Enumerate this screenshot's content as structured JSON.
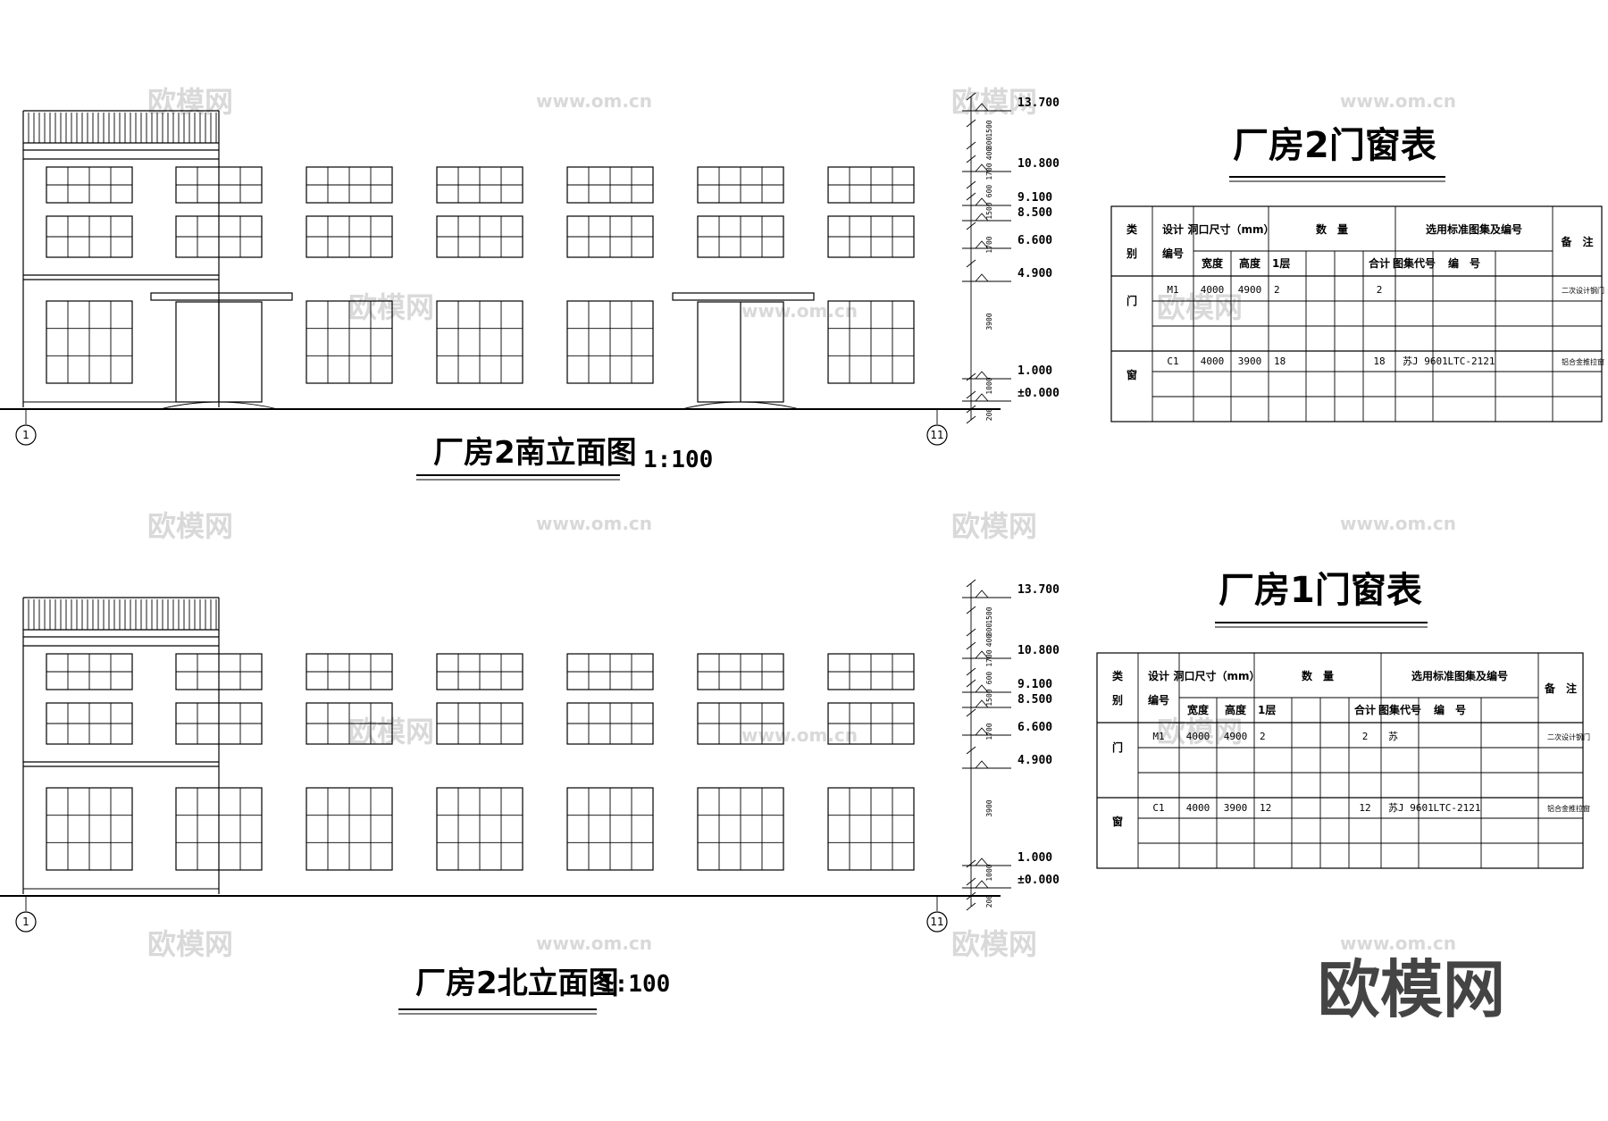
{
  "watermark": {
    "brand": "欧模网",
    "url": "www.om.cn"
  },
  "logo_text": "欧模网",
  "south_elevation": {
    "title": "厂房2南立面图",
    "scale": "1:100"
  },
  "north_elevation": {
    "title": "厂房2北立面图",
    "scale": "1:100"
  },
  "axis_labels": {
    "left": "1",
    "right": "11"
  },
  "elevation_marks": [
    "13.700",
    "10.800",
    "9.100",
    "8.500",
    "6.600",
    "4.900",
    "1.000",
    "±0.000"
  ],
  "dimension_labels": [
    "1500",
    "800",
    "400",
    "1700",
    "600",
    "1500",
    "1700",
    "3900",
    "1000",
    "200"
  ],
  "table2": {
    "title": "厂房2门窗表",
    "h_category": "类别",
    "h_design_no": "设计编号",
    "h_opening": "洞口尺寸（mm）",
    "h_quantity": "数　量",
    "h_standard": "选用标准图集及编号",
    "h_remark": "备　注",
    "h_width": "宽度",
    "h_height": "高度",
    "h_floor1": "1层",
    "h_total": "合计",
    "h_atlas": "图集代号",
    "h_code": "编　号",
    "cat_door": "门",
    "cat_window": "窗",
    "door": {
      "no": "M1",
      "w": "4000",
      "h": "4900",
      "f1": "2",
      "total": "2",
      "atlas": "",
      "code": "",
      "remark": "二次设计钢门"
    },
    "window": {
      "no": "C1",
      "w": "4000",
      "h": "3900",
      "f1": "18",
      "total": "18",
      "atlas": "苏J 9601",
      "code": "LTC-2121",
      "remark": "铝合金推拉窗"
    }
  },
  "table1": {
    "title": "厂房1门窗表",
    "h_category": "类别",
    "h_design_no": "设计编号",
    "h_opening": "洞口尺寸（mm）",
    "h_quantity": "数　量",
    "h_standard": "选用标准图集及编号",
    "h_remark": "备　注",
    "h_width": "宽度",
    "h_height": "高度",
    "h_floor1": "1层",
    "h_total": "合计",
    "h_atlas": "图集代号",
    "h_code": "编　号",
    "cat_door": "门",
    "cat_window": "窗",
    "door": {
      "no": "M1",
      "w": "4000",
      "h": "4900",
      "f1": "2",
      "total": "2",
      "atlas": "苏",
      "code": "",
      "remark": "二次设计钢门"
    },
    "window": {
      "no": "C1",
      "w": "4000",
      "h": "3900",
      "f1": "12",
      "total": "12",
      "atlas": "苏J 9601",
      "code": "LTC-2121",
      "remark": "铝合金推拉窗"
    }
  }
}
